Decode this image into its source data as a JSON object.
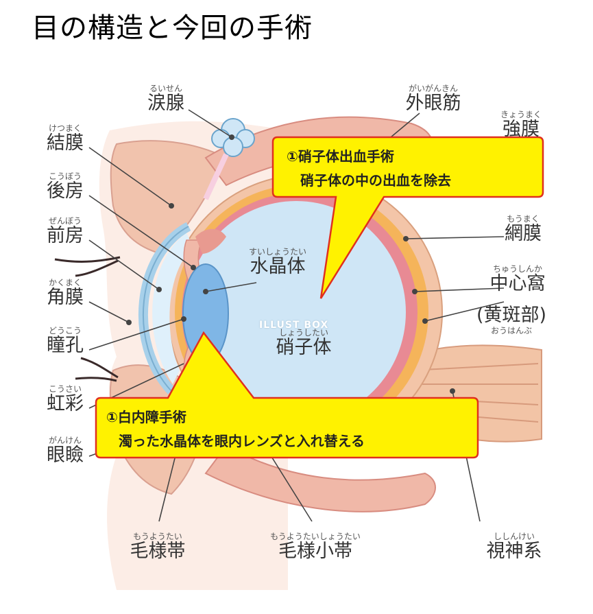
{
  "title": "目の構造と今回の手術",
  "watermark": "ILLUST BOX",
  "labels": {
    "ruiseng": {
      "ruby": "るいせん",
      "main": "涙腺"
    },
    "gaigankin": {
      "ruby": "がいがんきん",
      "main": "外眼筋"
    },
    "kyoumaku": {
      "ruby": "きょうまく",
      "main": "強膜"
    },
    "ketsumaku": {
      "ruby": "けつまく",
      "main": "結膜"
    },
    "koubou": {
      "ruby": "こうぼう",
      "main": "後房"
    },
    "zenbou": {
      "ruby": "ぜんぼう",
      "main": "前房"
    },
    "kakumaku": {
      "ruby": "かくまく",
      "main": "角膜"
    },
    "doukou": {
      "ruby": "どうこう",
      "main": "瞳孔"
    },
    "kousai": {
      "ruby": "こうさい",
      "main": "虹彩"
    },
    "ganken": {
      "ruby": "がんけん",
      "main": "眼瞼"
    },
    "suishoutai": {
      "ruby": "すいしょうたい",
      "main": "水晶体"
    },
    "shoushitai": {
      "ruby": "しょうしたい",
      "main": "硝子体"
    },
    "moumaku": {
      "ruby": "もうまく",
      "main": "網膜"
    },
    "chuushinka": {
      "ruby": "ちゅうしんか",
      "main": "中心窩"
    },
    "ouhanbu": {
      "ruby": "おうはんぶ",
      "main": "(黄斑部)"
    },
    "mouyoutai": {
      "ruby": "もうようたい",
      "main": "毛様帯"
    },
    "mouyoushoutai": {
      "ruby": "もうようたいしょうたい",
      "main": "毛様小帯"
    },
    "shishinkei": {
      "ruby": "ししんけい",
      "main": "視神系"
    }
  },
  "callouts": {
    "vitrectomy": {
      "line1": "①硝子体出血手術",
      "line2": "硝子体の中の出血を除去"
    },
    "cataract": {
      "line1": "①白内障手術",
      "line2": "濁った水晶体を眼内レンズと入れ替える"
    }
  },
  "colors": {
    "callout_fill": "#fff200",
    "callout_border": "#e0301e",
    "vitreous": "#cfe6f6",
    "lens": "#7fb6e6",
    "sclera": "#f3c5a8",
    "retina": "#e88a94",
    "choroid": "#f5b45a",
    "tissue": "#f4cdb8",
    "line": "#444444"
  }
}
